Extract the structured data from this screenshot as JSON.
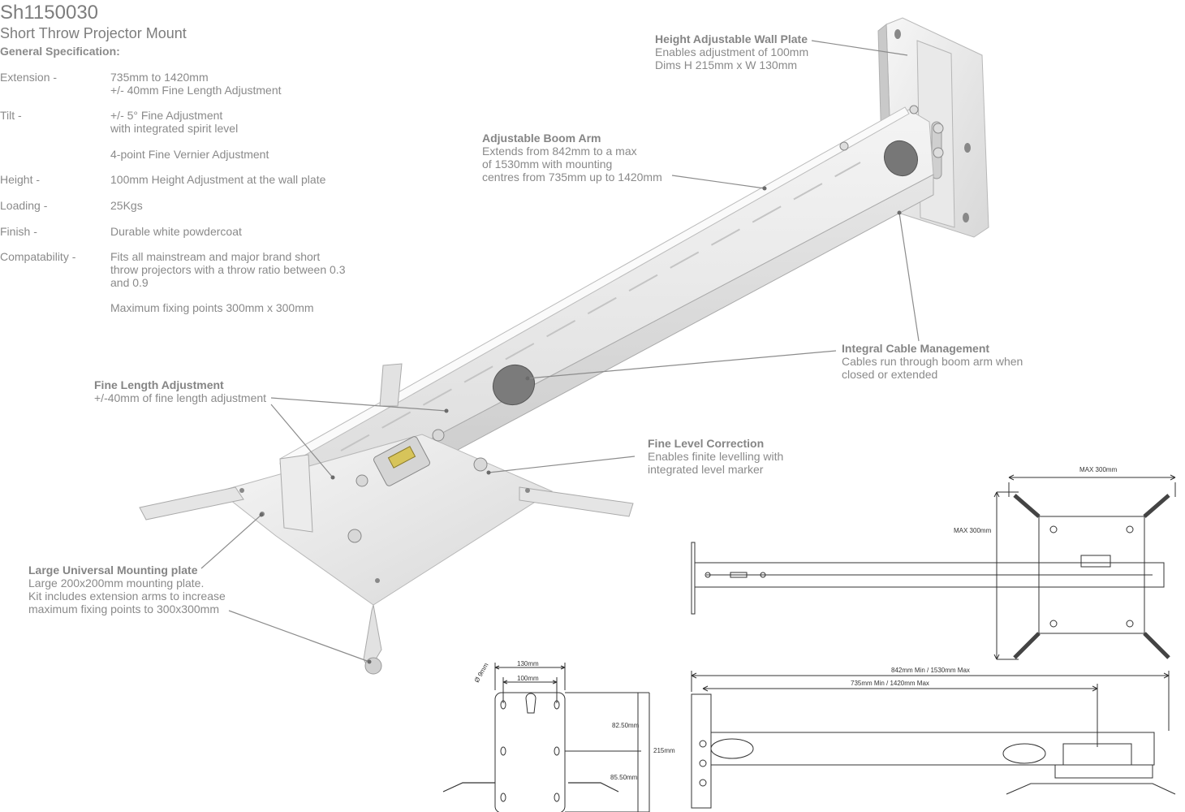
{
  "header": {
    "title": "Sh1150030",
    "subtitle": "Short Throw Projector Mount",
    "spec_heading": "General Specification:"
  },
  "specs": [
    {
      "label": "Extension -",
      "lines": [
        "735mm to 1420mm",
        "+/- 40mm Fine Length Adjustment"
      ]
    },
    {
      "label": "Tilt -",
      "lines": [
        "+/- 5° Fine Adjustment",
        "with integrated spirit level"
      ]
    },
    {
      "label": "",
      "lines": [
        "4-point Fine Vernier Adjustment"
      ]
    },
    {
      "label": "Height -",
      "lines": [
        "100mm Height Adjustment at the wall plate"
      ]
    },
    {
      "label": "Loading -",
      "lines": [
        "25Kgs"
      ]
    },
    {
      "label": "Finish -",
      "lines": [
        "Durable white powdercoat"
      ]
    },
    {
      "label": "Compatability -",
      "lines": [
        "Fits all mainstream and major brand short",
        "throw projectors with a throw ratio between 0.3",
        "and 0.9"
      ]
    },
    {
      "label": "",
      "lines": [
        "Maximum fixing points 300mm x 300mm"
      ]
    }
  ],
  "callouts": {
    "wall_plate": {
      "title": "Height Adjustable Wall Plate",
      "lines": [
        "Enables adjustment of 100mm",
        "Dims H 215mm x W 130mm"
      ]
    },
    "boom_arm": {
      "title": "Adjustable Boom Arm",
      "lines": [
        "Extends from 842mm to a max",
        "of 1530mm with mounting",
        "centres from 735mm up to 1420mm"
      ]
    },
    "cable": {
      "title": "Integral Cable Management",
      "lines": [
        "Cables run through boom arm when",
        "closed or extended"
      ]
    },
    "fine_length": {
      "title": "Fine Length Adjustment",
      "lines": [
        "+/-40mm of fine length adjustment"
      ]
    },
    "fine_level": {
      "title": "Fine Level Correction",
      "lines": [
        "Enables finite levelling with",
        "integrated level marker"
      ]
    },
    "mount_plate": {
      "title": "Large Universal Mounting plate",
      "lines": [
        "Large 200x200mm mounting plate.",
        "Kit includes extension arms to increase",
        "maximum fixing points to 300x300mm"
      ]
    }
  },
  "dimensions": {
    "max_w": "MAX 300mm",
    "max_h": "MAX 300mm",
    "plate_w": "130mm",
    "plate_inner_w": "100mm",
    "hole": "Ø 9mm",
    "upper": "82.50mm",
    "lower": "85.50mm",
    "height": "215mm",
    "overall": "842mm Min / 1530mm Max",
    "centres": "735mm Min / 1420mm Max"
  }
}
